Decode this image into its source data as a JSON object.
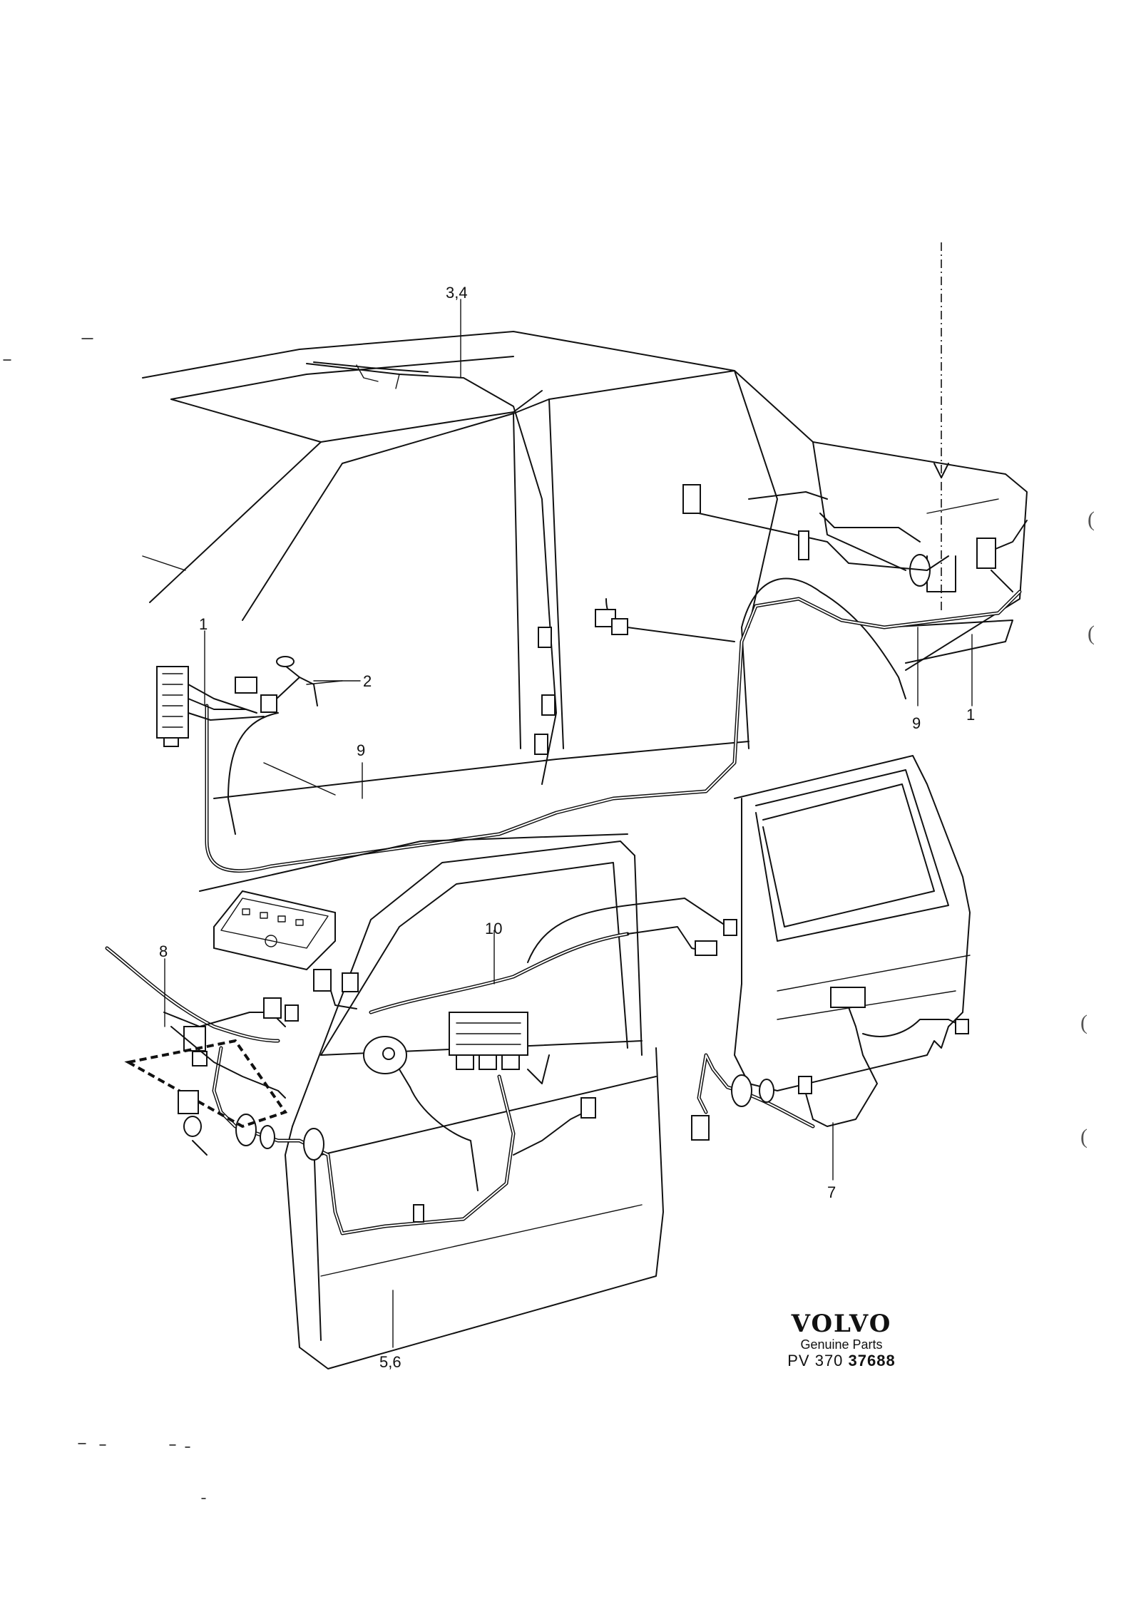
{
  "callouts": [
    {
      "id": "c-3-4",
      "label": "3,4"
    },
    {
      "id": "c-1-left",
      "label": "1"
    },
    {
      "id": "c-2",
      "label": "2"
    },
    {
      "id": "c-9-left",
      "label": "9"
    },
    {
      "id": "c-9-right",
      "label": "9"
    },
    {
      "id": "c-1-right",
      "label": "1"
    },
    {
      "id": "c-10",
      "label": "10"
    },
    {
      "id": "c-8",
      "label": "8"
    },
    {
      "id": "c-7",
      "label": "7"
    },
    {
      "id": "c-5-6",
      "label": "5,6"
    }
  ],
  "brand": {
    "name": "VOLVO",
    "subtitle": "Genuine Parts",
    "ref_prefix": "PV 370",
    "ref_number": "37688"
  },
  "margin_marks": [
    "(",
    "(",
    "(",
    "("
  ]
}
